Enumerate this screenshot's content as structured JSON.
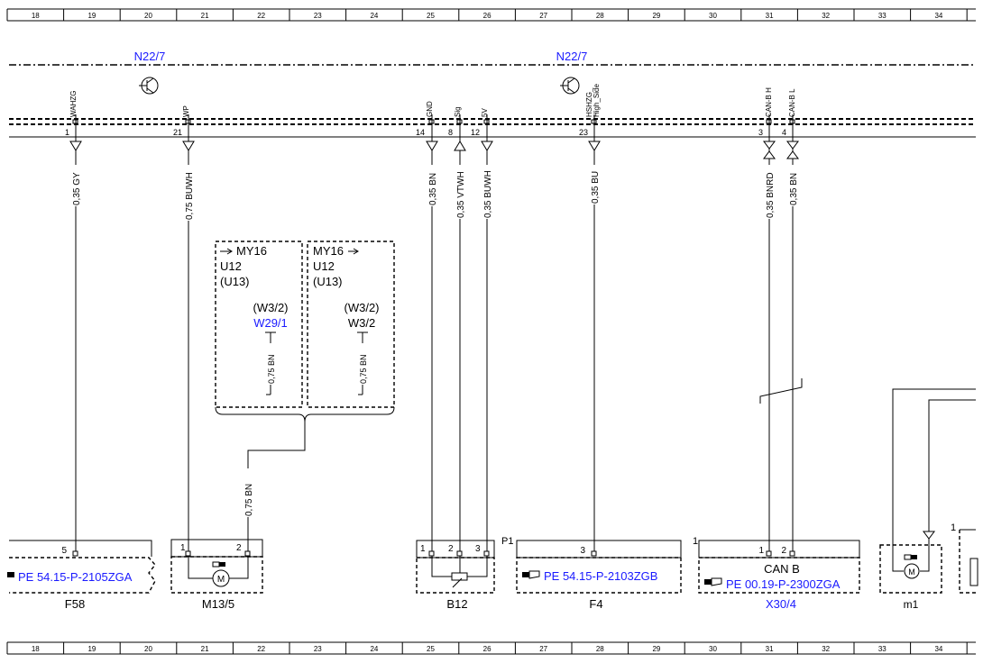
{
  "grid_columns": [
    "18",
    "19",
    "20",
    "21",
    "22",
    "23",
    "24",
    "25",
    "26",
    "27",
    "28",
    "29",
    "30",
    "31",
    "32",
    "33",
    "34"
  ],
  "control_units": [
    {
      "id": "n22-7-left",
      "label": "N22/7"
    },
    {
      "id": "n22-7-right",
      "label": "N22/7"
    }
  ],
  "pins": [
    {
      "id": "pin-wahzg",
      "signal": "WAHZG",
      "number": "1",
      "wire": "0,35 GY"
    },
    {
      "id": "pin-wp",
      "signal": "WP",
      "number": "21",
      "wire": "0,75 BUWH"
    },
    {
      "id": "pin-gnd",
      "signal": "GND",
      "number": "14",
      "wire": "0,35 BN"
    },
    {
      "id": "pin-sig",
      "signal": "Sig",
      "number": "8",
      "wire": "0,35 VTWH"
    },
    {
      "id": "pin-5v",
      "signal": "5V",
      "number": "12",
      "wire": "0,35 BUWH"
    },
    {
      "id": "pin-hshzg",
      "signal": "HSHZG_",
      "signal2": "High_Side",
      "number": "23",
      "wire": "0,35 BU"
    },
    {
      "id": "pin-canbh",
      "signal": "CAN-B H",
      "number": "3",
      "wire": "0,35 BNRD"
    },
    {
      "id": "pin-canbl",
      "signal": "CAN-B L",
      "number": "4",
      "wire": "0,35 BN"
    }
  ],
  "variants": {
    "left": {
      "my": "MY16",
      "line1": "U12",
      "line2": "(U13)",
      "conn_a": "(W3/2)",
      "conn_b": "W29/1",
      "wire": "0,75 BN"
    },
    "right": {
      "my": "MY16",
      "line1": "U12",
      "line2": "(U13)",
      "conn_a": "(W3/2)",
      "conn_b": "W3/2",
      "wire": "0,75 BN"
    }
  },
  "ground_wire": "0,75 BN",
  "components": {
    "f58": {
      "label": "F58",
      "pin": "5",
      "ref": "PE 54.15-P-2105ZGA"
    },
    "m13_5": {
      "label": "M13/5",
      "pin1": "1",
      "pin2": "2",
      "symbol": "M"
    },
    "b12": {
      "label": "B12",
      "pin1": "1",
      "pin2": "2",
      "pin3": "3",
      "tag": "P1"
    },
    "f4": {
      "label": "F4",
      "pin": "3",
      "ref": "PE 54.15-P-2103ZGB"
    },
    "x30_4": {
      "label": "X30/4",
      "tag": "1",
      "pin1": "1",
      "pin2": "2",
      "title": "CAN B",
      "ref": "PE 00.19-P-2300ZGA"
    },
    "m1": {
      "label": "m1",
      "symbol": "M",
      "tag": "1"
    }
  },
  "colors": {
    "link": "#1a1aff",
    "line": "#000000"
  },
  "icons": {
    "transistor": "transistor-icon",
    "pointing_hand": "pointing-hand-icon",
    "motor": "motor-icon"
  }
}
